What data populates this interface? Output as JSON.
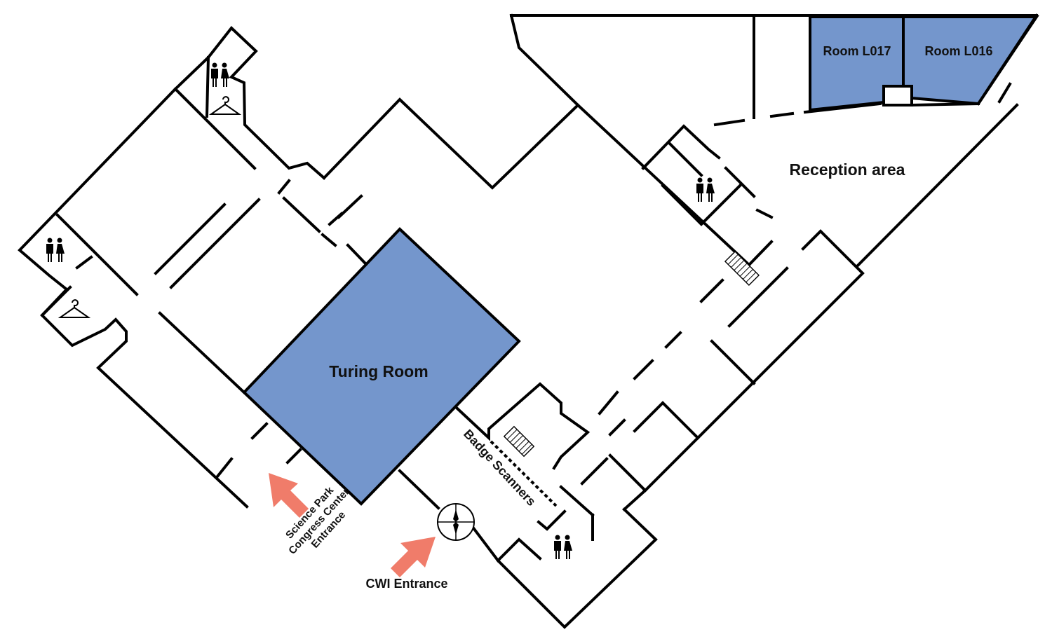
{
  "map": {
    "rooms": [
      {
        "id": "turing",
        "label": "Turing Room"
      },
      {
        "id": "l017",
        "label": "Room L017"
      },
      {
        "id": "l016",
        "label": "Room L016"
      }
    ],
    "areas": {
      "reception": "Reception area",
      "badge_scanners": "Badge Scanners"
    },
    "entrances": {
      "science_park": [
        "Science Park",
        "Congress Center",
        "Entrance"
      ],
      "cwi": "CWI Entrance"
    },
    "icons": [
      "restroom-icon",
      "coat-hanger-icon",
      "stairs-icon",
      "revolving-door-icon",
      "entrance-arrow-icon"
    ],
    "colors": {
      "room_fill": "#7496cc",
      "wall": "#000000",
      "entrance_arrow": "#f07c6a",
      "background": "#ffffff"
    }
  }
}
